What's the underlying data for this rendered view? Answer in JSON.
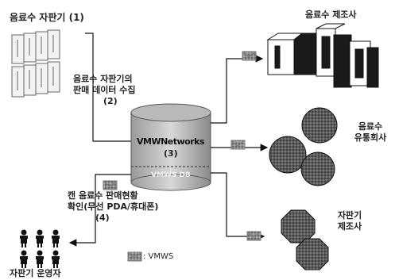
{
  "vending_machine": {
    "title": "음료수 자판기 (1)"
  },
  "collect_step": {
    "line1": "음료수 자판기의",
    "line2": "판매 데이터 수집",
    "step": "(2)"
  },
  "hub": {
    "name": "VMWNetworks",
    "step": "(3)",
    "db_label": "VMWS DB"
  },
  "check_step": {
    "line1": "캔 음료수 판매현황",
    "line2": "확인(무선 PDA/휴대폰)",
    "step": "(4)"
  },
  "operators": {
    "label": "자판기 운영자"
  },
  "manufacturer": {
    "label": "음료수 제조사"
  },
  "distributor": {
    "line1": "음료수",
    "line2": "유통회사"
  },
  "vm_maker": {
    "line1": "자판기",
    "line2": "제조사"
  },
  "legend": {
    "label": ": VMWS"
  }
}
